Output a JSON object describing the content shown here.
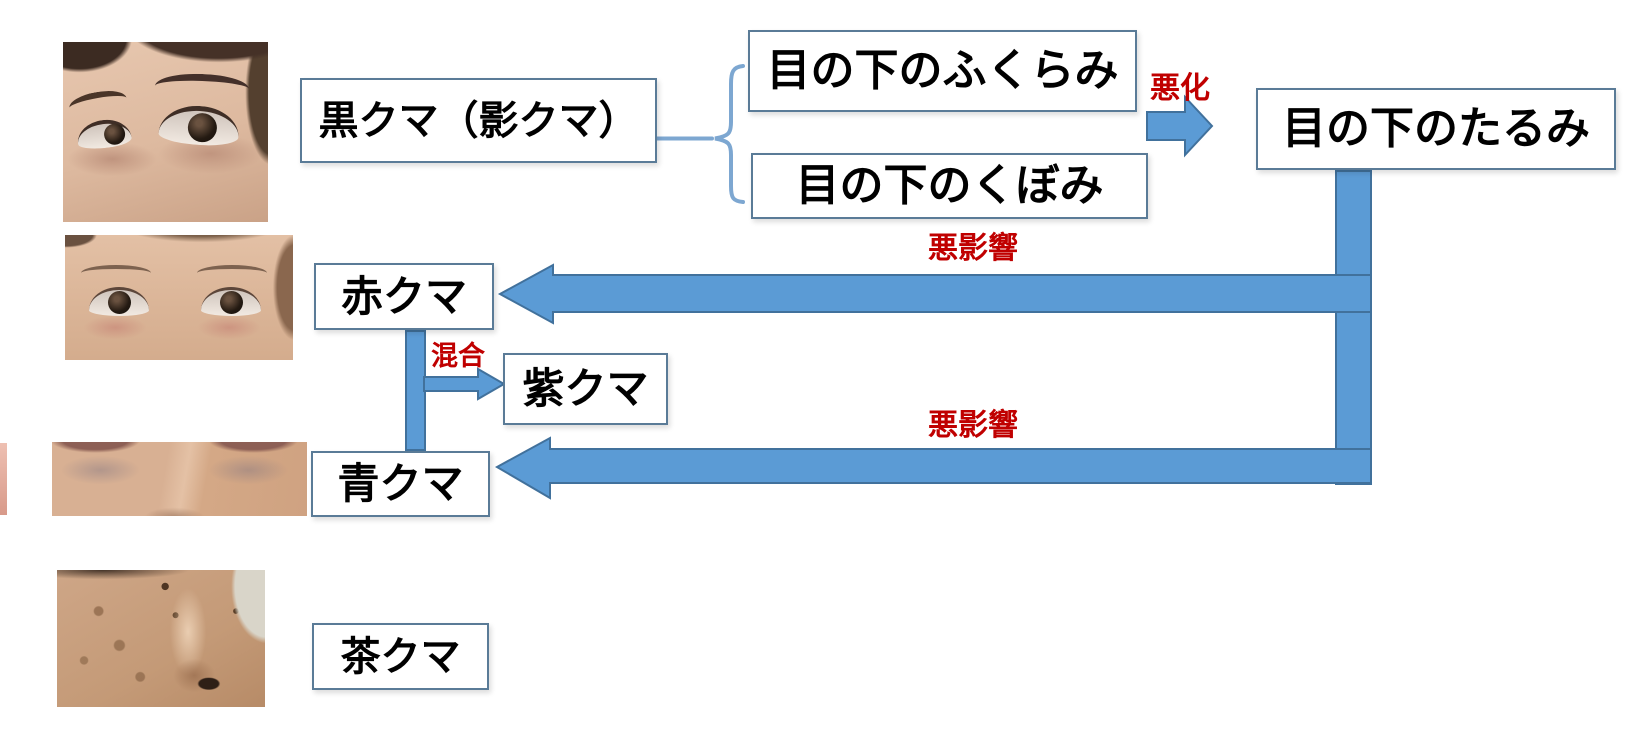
{
  "colors": {
    "arrow_fill": "#5b9bd5",
    "arrow_border": "#41719c",
    "box_border": "#5a7b97",
    "box_fill": "#ffffff",
    "label_red": "#c00000",
    "brace_blue": "#7da7d1"
  },
  "boxes": {
    "kuro": {
      "label": "黒クマ（影クマ）"
    },
    "fukurami": {
      "label": "目の下のふくらみ"
    },
    "kubomi": {
      "label": "目の下のくぼみ"
    },
    "tarumi": {
      "label": "目の下のたるみ"
    },
    "aka": {
      "label": "赤クマ"
    },
    "murasaki": {
      "label": "紫クマ"
    },
    "ao": {
      "label": "青クマ"
    },
    "cha": {
      "label": "茶クマ"
    }
  },
  "arrow_labels": {
    "akka": "悪化",
    "aku_eikyo_top": "悪影響",
    "aku_eikyo_bottom": "悪影響",
    "kongo": "混合"
  },
  "photos": [
    {
      "name": "kuro-kuma-angled-eyes-photo"
    },
    {
      "name": "aka-kuma-front-eyes-photo"
    },
    {
      "name": "ao-kuma-under-eye-strip-photo"
    },
    {
      "name": "cha-kuma-cheek-nose-photo"
    }
  ]
}
